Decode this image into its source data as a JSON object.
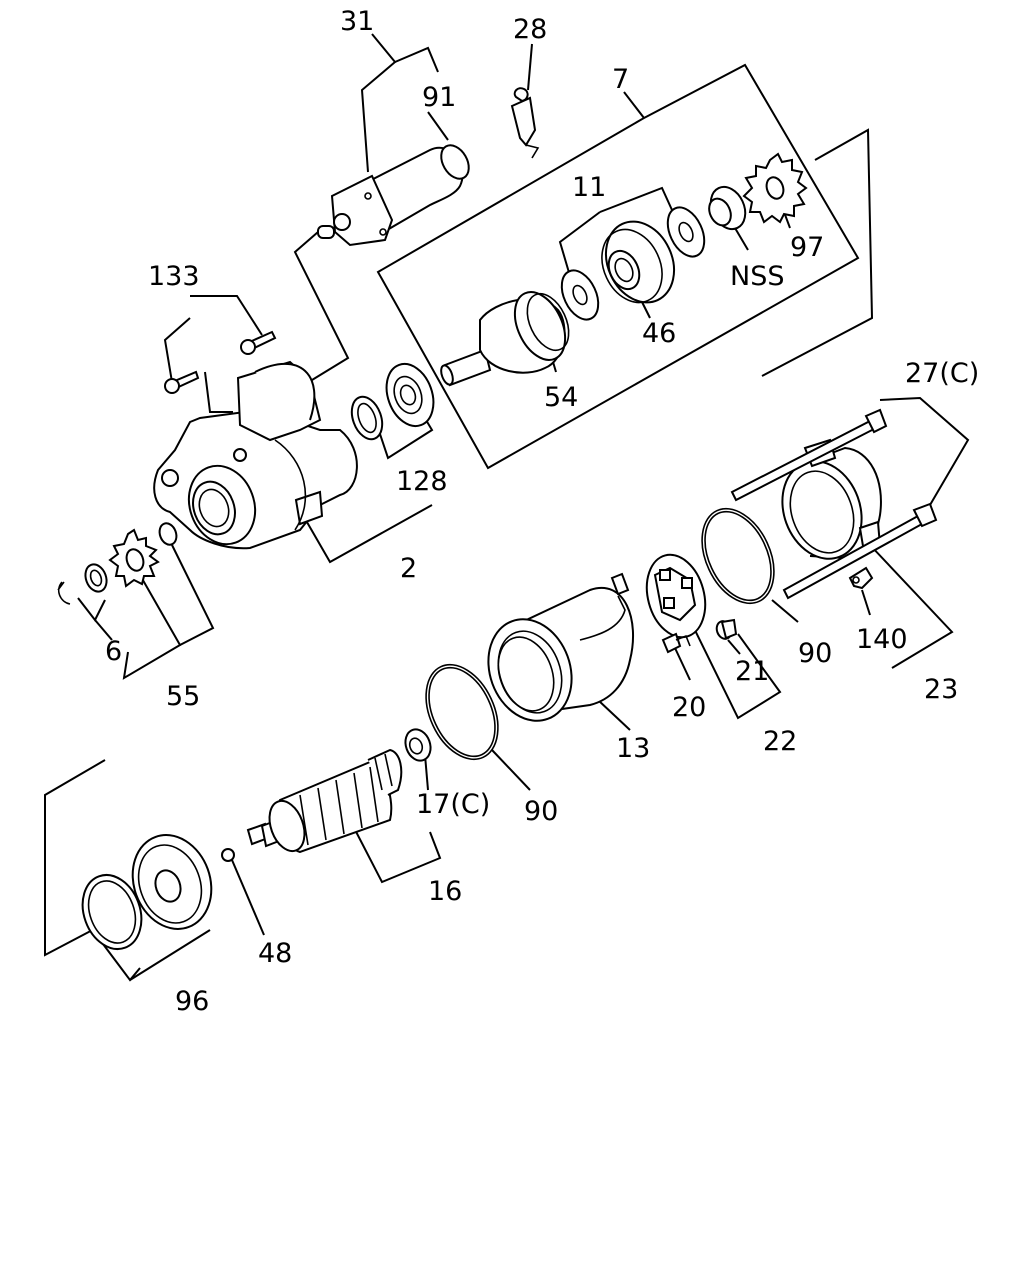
{
  "labels": {
    "l31": "31",
    "l91": "91",
    "l28": "28",
    "l7": "7",
    "l11": "11",
    "l97": "97",
    "lnss": "NSS",
    "l46": "46",
    "l54": "54",
    "l133": "133",
    "l128": "128",
    "l2": "2",
    "l27c": "27(C)",
    "l6": "6",
    "l55": "55",
    "l90a": "90",
    "l140": "140",
    "l21": "21",
    "l23": "23",
    "l20": "20",
    "l22": "22",
    "l13": "13",
    "l17c": "17(C)",
    "l90b": "90",
    "l16": "16",
    "l48": "48",
    "l96": "96"
  }
}
